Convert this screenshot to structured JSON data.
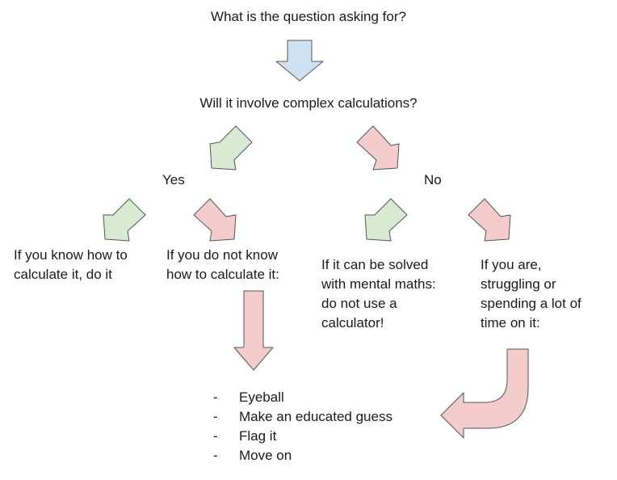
{
  "title": "What is the question asking for?",
  "question": "Will it involve complex calculations?",
  "branches": {
    "yes": "Yes",
    "no": "No"
  },
  "yes_options": {
    "know": [
      "If you know how to",
      "calculate it, do it"
    ],
    "dont_know": [
      "If you do not know",
      "how to calculate it:"
    ]
  },
  "no_options": {
    "mental": [
      "If it can be solved",
      "with mental maths:",
      "do not use a",
      "calculator!"
    ],
    "struggling": [
      "If you are,",
      "struggling or",
      "spending a lot of",
      "time on it:"
    ]
  },
  "actions": {
    "bullet": "-",
    "items": [
      "Eyeball",
      "Make an educated guess",
      "Flag it",
      "Move on"
    ]
  },
  "colors": {
    "blue_fill": "#cfe2f3",
    "green_fill": "#d9ead3",
    "red_fill": "#f4cccc",
    "stroke": "#555555"
  }
}
